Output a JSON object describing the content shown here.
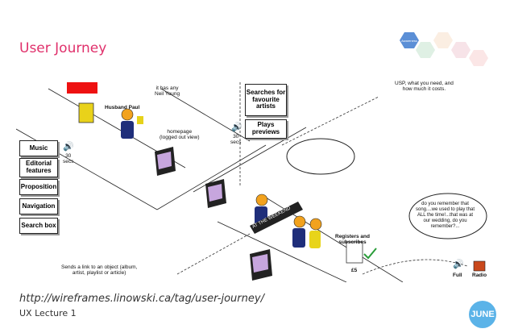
{
  "slide": {
    "title": "User Journey",
    "url": "http://wireframes.linowski.ca/tag/user-journey/",
    "footer": "UX Lecture 1",
    "logo": "JUNE"
  },
  "hex_nav": {
    "items": [
      {
        "label": "Awareness",
        "color": "#5b8fd6"
      },
      {
        "label": "",
        "color": "#dff0e4"
      },
      {
        "label": "",
        "color": "#fbeee2"
      },
      {
        "label": "",
        "color": "#f7e3e8"
      },
      {
        "label": "",
        "color": "#fbe6e6"
      }
    ]
  },
  "illustration": {
    "features": [
      "Music",
      "Editorial features",
      "Proposition",
      "Navigation",
      "Search box"
    ],
    "actions": [
      "Searches for favourite artists",
      "Plays previews"
    ],
    "sound_labels": {
      "secs1": "30\nsecs",
      "secs2": "30\nsecs",
      "full": "Full",
      "radio": "Radio"
    },
    "labels": {
      "husband": "Husband Paul",
      "neil": "it has any\nNeil Young",
      "homepage": "homepage\n(logged out view)",
      "usp": "USP, what you need, and\nhow much it costs.",
      "weekend": "AT THE WEEKEND",
      "registers": "Registers and\nsubscribes",
      "sends": "Sends a link to an object (album,\nartist, playlist or article)",
      "song": "do you remember that\nsong....we used to play that\nALL the time!...that was at\nour wedding, do you\nremember?...",
      "price": "£5"
    }
  }
}
